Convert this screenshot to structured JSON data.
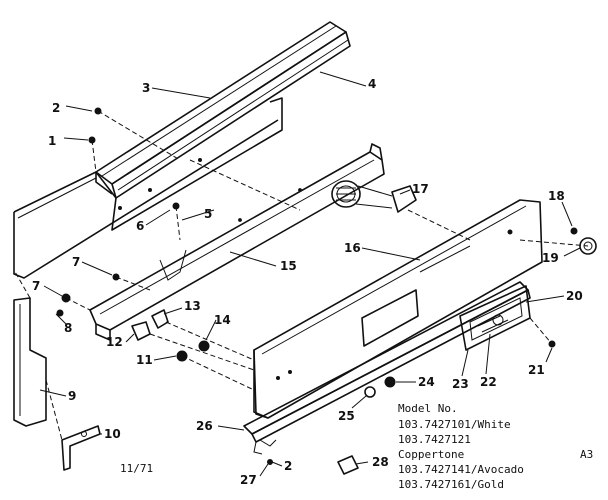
{
  "callouts": {
    "c1": "1",
    "c2": "2",
    "c2b": "2",
    "c3": "3",
    "c4": "4",
    "c5": "5",
    "c6": "6",
    "c7": "7",
    "c7b": "7",
    "c8": "8",
    "c9": "9",
    "c10": "10",
    "c11": "11",
    "c12": "12",
    "c13": "13",
    "c14": "14",
    "c15": "15",
    "c16": "16",
    "c17": "17",
    "c18": "18",
    "c19": "19",
    "c20": "20",
    "c21": "21",
    "c22": "22",
    "c23": "23",
    "c24": "24",
    "c25": "25",
    "c26": "26",
    "c27": "27",
    "c28": "28"
  },
  "model_block": {
    "heading": "Model No.",
    "lines": [
      "103.7427101/White",
      "103.7427121",
      "Coppertone",
      "103.7427141/Avocado",
      "103.7427161/Gold"
    ]
  },
  "date_code": "11/71",
  "sheet_code": "A3"
}
